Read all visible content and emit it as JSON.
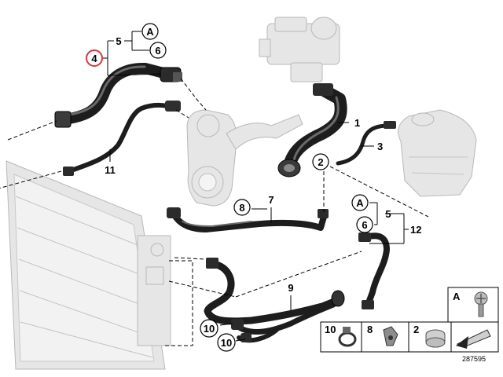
{
  "diagram": {
    "reference_number": "287595",
    "accent_color": "#d23a3a",
    "callouts": {
      "c1": "1",
      "c2": "2",
      "c3": "3",
      "c4": "4",
      "c5a": "5",
      "c5b": "5",
      "c6a": "6",
      "c6b": "6",
      "c7": "7",
      "c8": "8",
      "c9": "9",
      "c10a": "10",
      "c10b": "10",
      "c11": "11",
      "c12": "12",
      "cAa": "A",
      "cAb": "A"
    },
    "legend": {
      "a_label": "A",
      "item10_label": "10",
      "item8_label": "8",
      "item2_label": "2"
    }
  }
}
